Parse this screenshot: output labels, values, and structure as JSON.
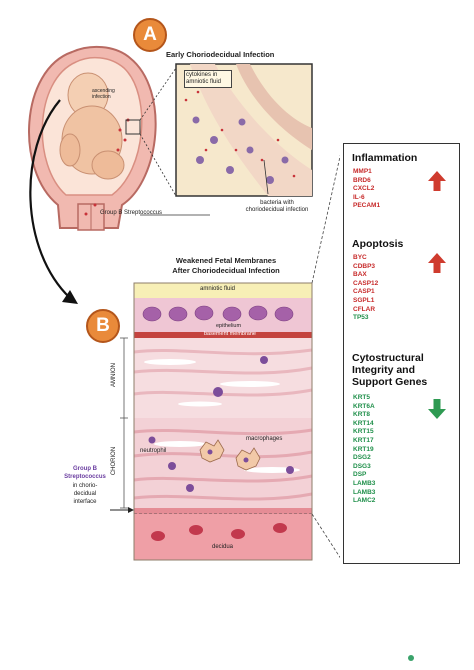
{
  "badges": {
    "a": "A",
    "b": "B"
  },
  "panel_a": {
    "title": "Early Choriodecidual Infection",
    "callout_cytokines": "cytokines in amniotic fluid",
    "callout_bacteria": "bacteria with choriodecidual infection",
    "fetus_label": "ascending infection",
    "group_b_label": "Group B Streptococcus"
  },
  "panel_b": {
    "title_line1": "Weakened Fetal Membranes",
    "title_line2": "After Choriodecidual Infection",
    "amniotic_fluid": "amniotic fluid",
    "epithelium": "epithelium",
    "basement_membrane": "basement membrane",
    "amnion": "AMNION",
    "chorion": "CHORION",
    "neutrophil": "neutrophil",
    "macrophages": "macrophages",
    "decidua": "decidua",
    "group_b_line1": "Group B",
    "group_b_line2": "Streptococcus",
    "interface_line1": "in chorio-",
    "interface_line2": "decidual",
    "interface_line3": "interface"
  },
  "gene_panel": {
    "sections": [
      {
        "title": "Inflammation",
        "direction": "up",
        "color": "#c72a2a",
        "genes": [
          "MMP1",
          "BRD6",
          "CXCL2",
          "IL-6",
          "PECAM1"
        ]
      },
      {
        "title": "Apoptosis",
        "direction": "up",
        "color": "#c72a2a",
        "genes": [
          "BYC",
          "CDBP3",
          "BAX",
          "CASP12",
          "CASP1",
          "SGPL1",
          "CFLAR",
          "TP53"
        ]
      },
      {
        "title_line1": "Cytostructural",
        "title_line2": "Integrity and",
        "title_line3": "Support Genes",
        "direction": "down",
        "color": "#1f8f4a",
        "genes": [
          "KRT5",
          "KRT6A",
          "KRT8",
          "KRT14",
          "KRT15",
          "KRT17",
          "KRT19",
          "DSG2",
          "DSG3",
          "DSP",
          "LAMB3",
          "LAMB3",
          "LAMC2"
        ]
      }
    ]
  },
  "footer": "",
  "colors": {
    "badge": "#e98a3a",
    "up_arrow": "#cf3b2e",
    "down_arrow": "#2e9a52",
    "amnion_pink": "#f3c8cc",
    "decidua_pink": "#ef9fa6",
    "cell_purple": "#8a4d9a"
  }
}
